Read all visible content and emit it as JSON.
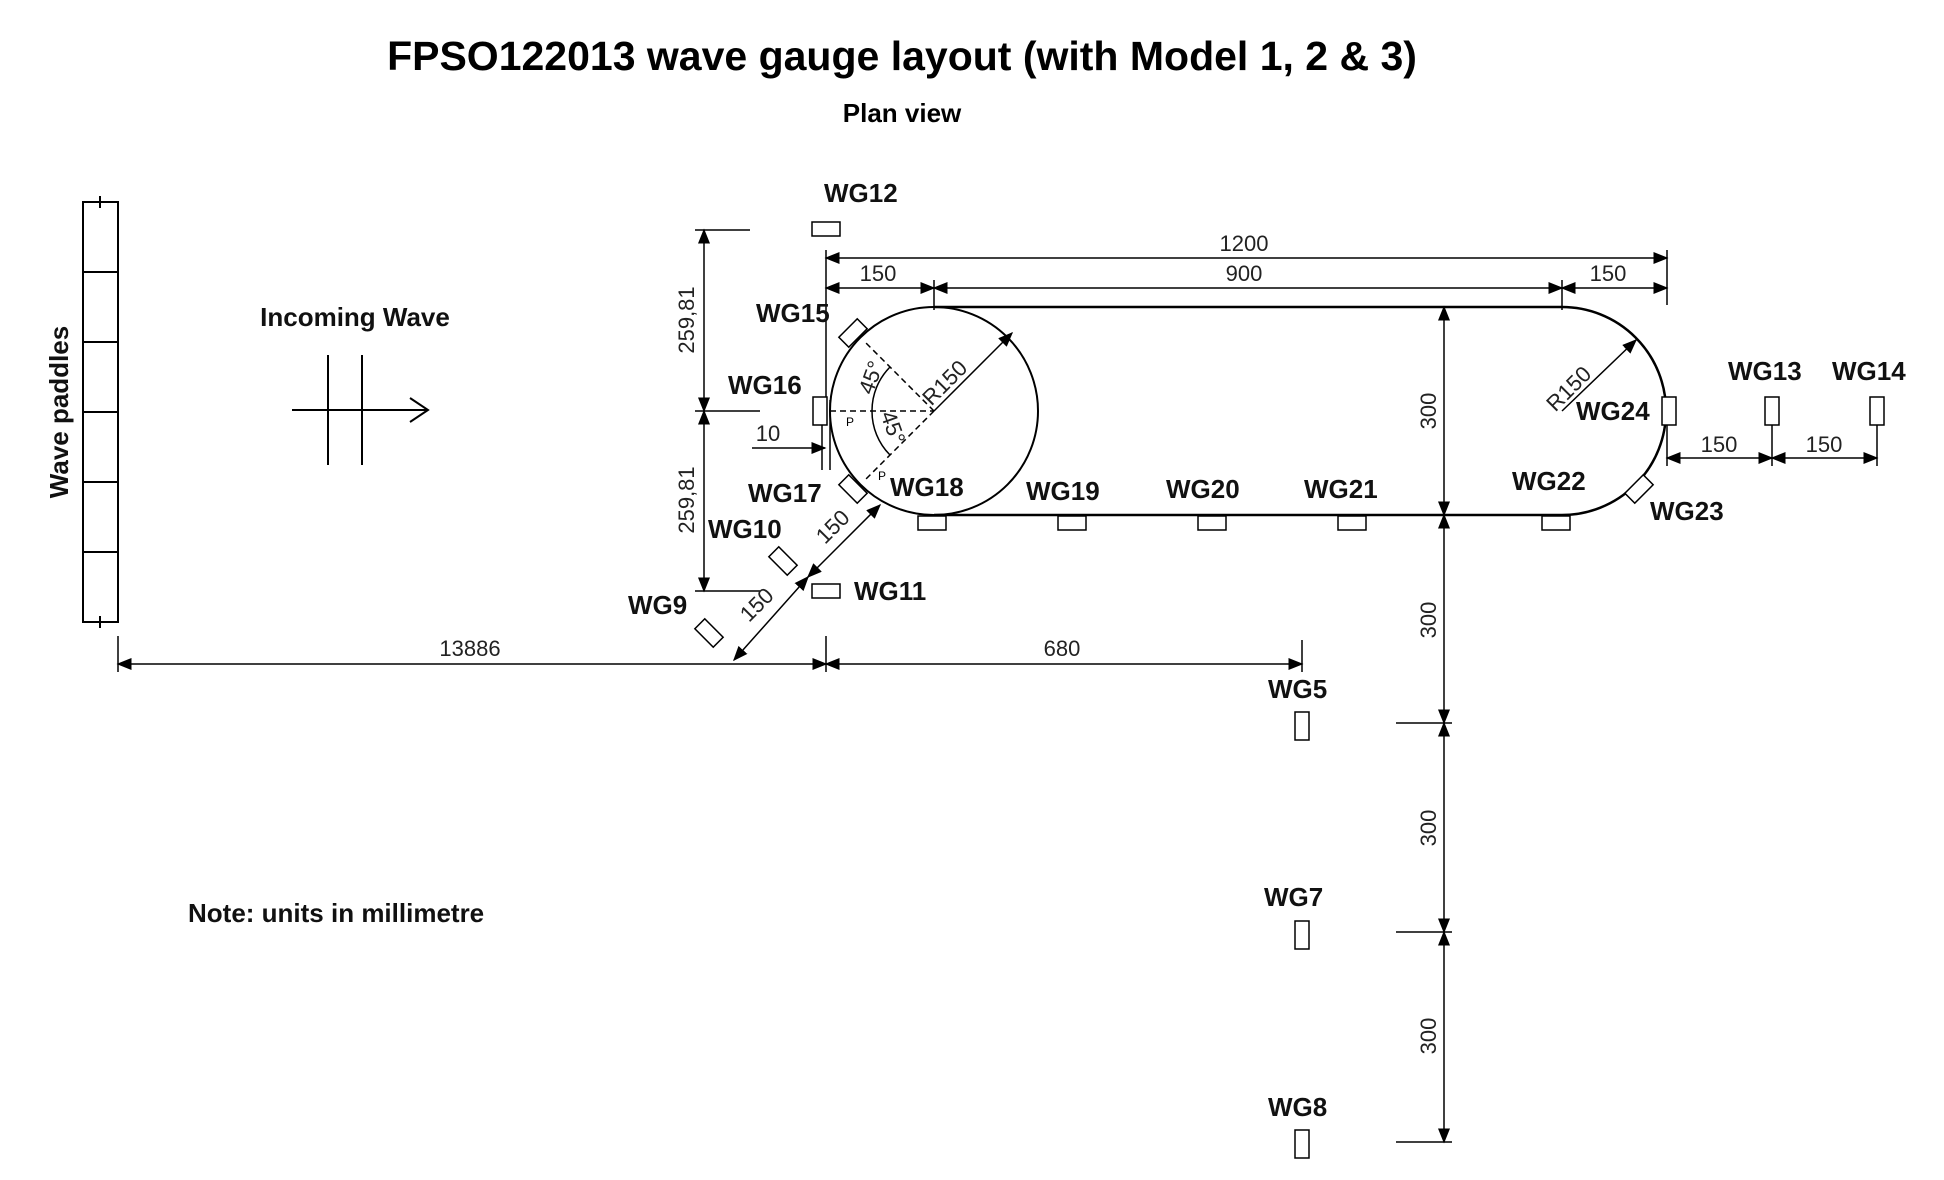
{
  "title": "FPSO122013 wave gauge layout (with Model 1, 2 & 3)",
  "subtitle": "Plan view",
  "wave_paddles_label": "Wave paddles",
  "incoming_wave_label": "Incoming Wave",
  "note": "Note: units in millimetre",
  "dimensions": {
    "d1200": "1200",
    "d150_left": "150",
    "d900": "900",
    "d150_right": "150",
    "d259_top": "259,81",
    "d259_bottom": "259,81",
    "d10": "10",
    "r150_left": "R150",
    "r150_right": "R150",
    "angle_45_a": "45°",
    "angle_45_b": "45°",
    "d150_diag_a": "150",
    "d150_diag_b": "150",
    "d13886": "13886",
    "d680": "680",
    "d300_a": "300",
    "d300_b": "300",
    "d300_c": "300",
    "d300_d": "300",
    "d150_wg13": "150",
    "d150_wg14": "150",
    "p_a": "P",
    "p_b": "P"
  },
  "gauges": {
    "wg5": "WG5",
    "wg7": "WG7",
    "wg8": "WG8",
    "wg9": "WG9",
    "wg10": "WG10",
    "wg11": "WG11",
    "wg12": "WG12",
    "wg13": "WG13",
    "wg14": "WG14",
    "wg15": "WG15",
    "wg16": "WG16",
    "wg17": "WG17",
    "wg18": "WG18",
    "wg19": "WG19",
    "wg20": "WG20",
    "wg21": "WG21",
    "wg22": "WG22",
    "wg23": "WG23",
    "wg24": "WG24"
  }
}
